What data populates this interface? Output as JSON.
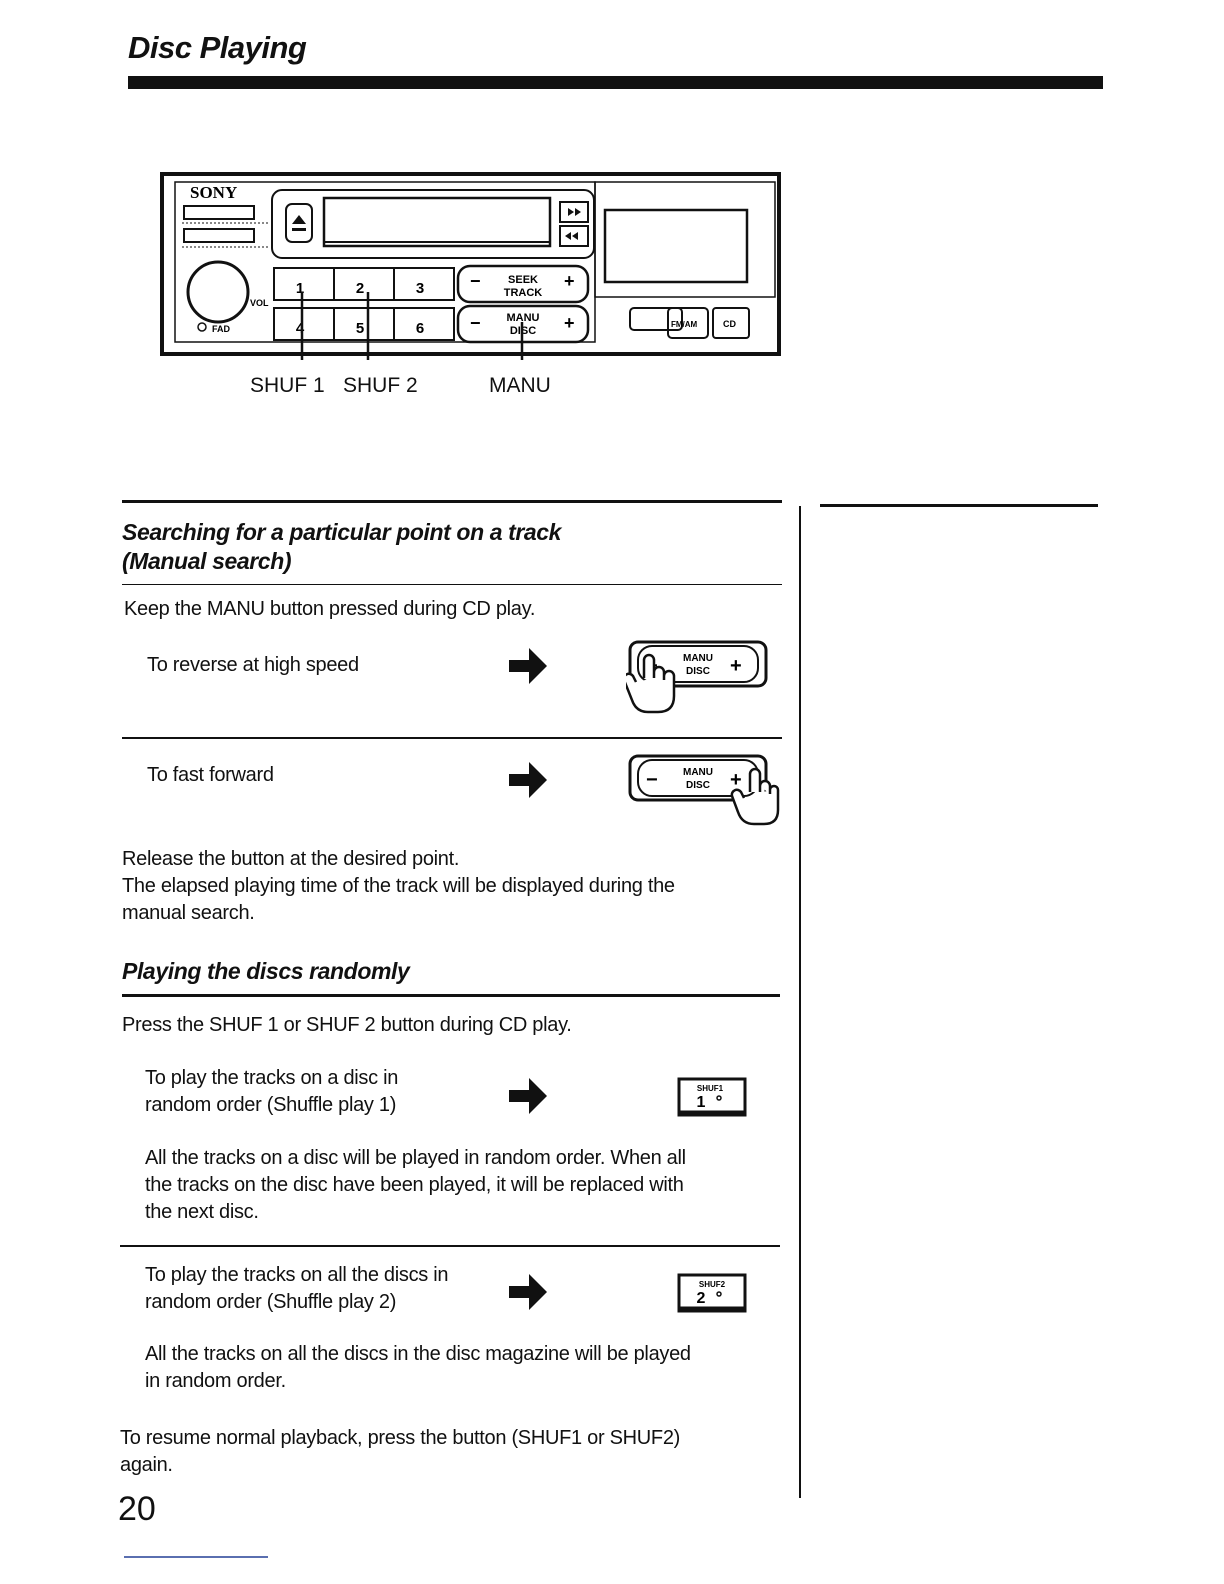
{
  "page": {
    "title": "Disc Playing",
    "page_number": "20"
  },
  "figure": {
    "brand": "SONY",
    "preset_buttons": [
      "1",
      "2",
      "3",
      "4",
      "5",
      "6"
    ],
    "seek_label": "SEEK",
    "track_label": "TRACK",
    "manu_label": "MANU",
    "disc_label": "DISC",
    "fm_am_label": "FM/AM",
    "cd_label": "CD",
    "vol_label": "VOL",
    "fad_label": "FAD",
    "callouts": [
      "SHUF 1",
      "SHUF 2",
      "MANU"
    ]
  },
  "manual_search": {
    "heading_line1": "Searching for a particular point on a track",
    "heading_line2": "(Manual search)",
    "intro": "Keep the MANU button pressed during CD play.",
    "reverse": "To reverse at high speed",
    "forward": "To fast forward",
    "release_line1": "Release the button at the desired point.",
    "release_line2": "The elapsed playing time of the track will be displayed during the",
    "release_line3": "manual search.",
    "button_top": "MANU",
    "button_bottom": "DISC"
  },
  "random": {
    "heading": "Playing the discs randomly",
    "intro": "Press the SHUF 1 or SHUF 2 button during CD play.",
    "shuffle1_line1": "To play the tracks on a disc in",
    "shuffle1_line2": "random order (Shuffle play 1)",
    "shuffle1_desc_line1": "All the tracks on a disc will be played in random order. When all",
    "shuffle1_desc_line2": "the tracks on the disc have been played, it will be replaced with",
    "shuffle1_desc_line3": "the next disc.",
    "shuffle2_line1": "To play the tracks on all the discs in",
    "shuffle2_line2": "random order (Shuffle play 2)",
    "shuffle2_desc_line1": "All the tracks on all the discs in the disc magazine will be played",
    "shuffle2_desc_line2": "in random order.",
    "resume_line1": "To resume normal playback, press the button (SHUF1 or SHUF2)",
    "resume_line2": "again.",
    "shuf1_button_label": "SHUF1",
    "shuf1_button_number": "1",
    "shuf2_button_label": "SHUF2",
    "shuf2_button_number": "2"
  }
}
